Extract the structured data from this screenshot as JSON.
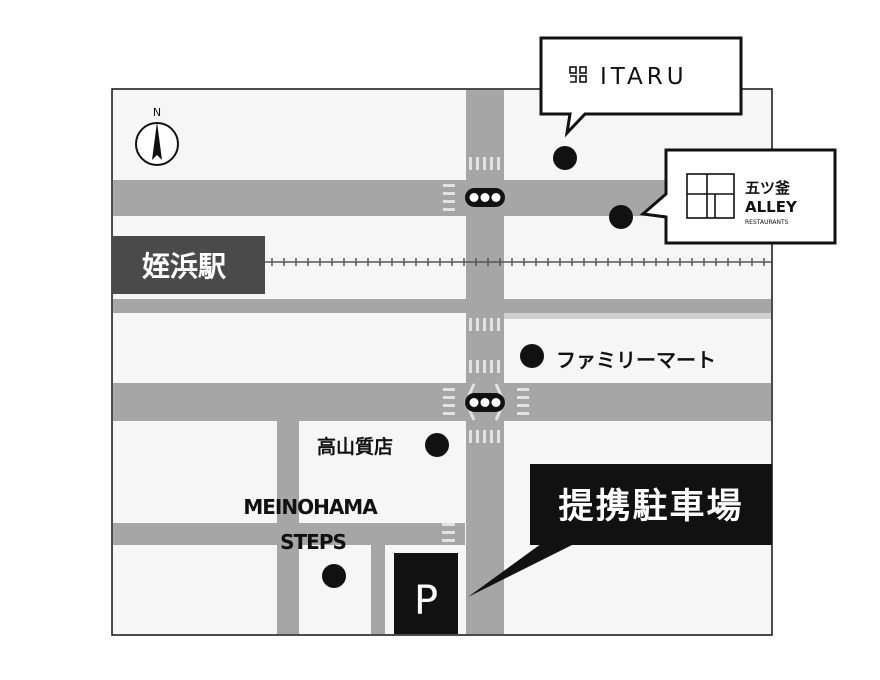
{
  "map": {
    "north_label": "N",
    "station": {
      "label": "姪浜駅"
    },
    "landmarks": [
      {
        "id": "itaru",
        "label": "ITARU",
        "icon": "itaru-logo"
      },
      {
        "id": "itsutsugama",
        "label_jp": "五ツ釜",
        "label_en": "ALLEY",
        "sub_label": "RESTAURANTS",
        "icon": "alley-logo"
      },
      {
        "id": "familymart",
        "label": "ファミリーマート"
      },
      {
        "id": "takayama",
        "label": "高山質店"
      },
      {
        "id": "meinohama",
        "label_line1": "MEINOHAMA",
        "label_line2": "STEPS"
      }
    ],
    "parking": {
      "label": "提携駐車場",
      "symbol": "P"
    },
    "colors": {
      "road": "#a6a6a6",
      "block": "#f6f6f6",
      "dark": "#111111",
      "station_box": "#4a4a4a",
      "crosswalk": "#dedede"
    }
  }
}
